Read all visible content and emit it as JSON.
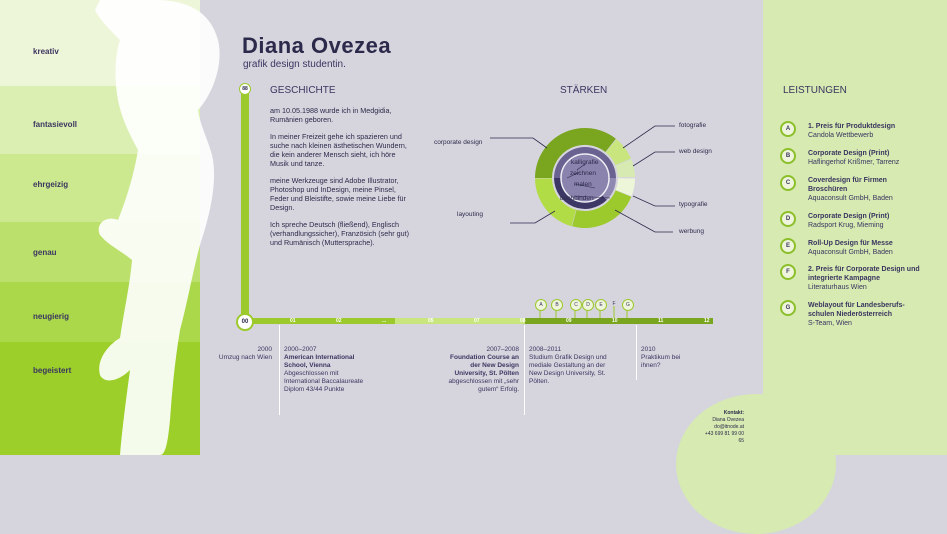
{
  "bands": [
    "kreativ",
    "fantasievoll",
    "ehrgeizig",
    "genau",
    "neugierig",
    "begeistert"
  ],
  "header": {
    "name": "Diana Ovezea",
    "subtitle": "grafik design studentin."
  },
  "history": {
    "title": "GESCHICHTE",
    "marker": "88",
    "paragraphs": [
      "am 10.05.1988 wurde ich in Medgidia, Rumänien geboren.",
      "In meiner Freizeit gehe ich spazieren und suche nach kleinen ästhetischen Wundern, die kein anderer Mensch sieht, ich höre Musik und tanze.",
      "meine Werkzeuge sind Adobe Illustrator, Photoshop und InDesign, meine Pinsel, Feder und Bleistifte, sowie meine Liebe für Design.",
      "Ich spreche Deutsch (fließend), Englisch (verhandlungssicher), Französich (sehr gut) und Rumänisch (Muttersprache)."
    ]
  },
  "strengths": {
    "title": "STÄRKEN",
    "outer_labels": [
      "corporate design",
      "layouting",
      "fotografie",
      "web design",
      "typografie",
      "werbung"
    ],
    "inner_labels": [
      "kalligrafie",
      "zeichnen",
      "malen",
      "buchbinden"
    ]
  },
  "timeline": {
    "start": "00",
    "ticks": [
      "01",
      "02",
      "...",
      "05",
      "07",
      "08",
      "09",
      "10",
      "11",
      "12"
    ],
    "markers": [
      "A",
      "B",
      "C",
      "D",
      "E",
      "F",
      "G"
    ],
    "colors": {
      "light": "#c8e57e",
      "green": "#9cc92c",
      "dark": "#7aa51e"
    }
  },
  "events": [
    {
      "year": "2000",
      "title": "Umzug nach Wien",
      "detail": ""
    },
    {
      "year": "2000–2007",
      "title": "American International School, Vienna",
      "detail": "Abgeschlossen mit International Baccalaureate Diplom 43/44 Punkte"
    },
    {
      "year": "2007–2008",
      "title": "Foundation Course an der New Design University, St. Pölten",
      "detail": "abgeschlossen mit „sehr gutem“ Erfolg."
    },
    {
      "year": "2008–2011",
      "title": "Studium Grafik Design und mediale Gestaltung an der New Design University, St. Pölten.",
      "detail": ""
    },
    {
      "year": "2010",
      "title": "Praktikum bei ihnen?",
      "detail": ""
    }
  ],
  "contact": {
    "label": "Kontakt:",
    "name": "Diana Ovezea",
    "email": "do@itnode.at",
    "phone": "+43 699 81 99 00 65"
  },
  "achievements": {
    "title": "LEISTUNGEN",
    "items": [
      {
        "letter": "A",
        "title": "1. Preis für Produktdesign",
        "sub": "Candola Wettbewerb"
      },
      {
        "letter": "B",
        "title": "Corporate Design (Print)",
        "sub": "Haflingerhof Krißmer, Tarrenz"
      },
      {
        "letter": "C",
        "title": "Coverdesign für Firmen Broschüren",
        "sub": "Aquaconsult GmbH, Baden"
      },
      {
        "letter": "D",
        "title": "Corporate Design (Print)",
        "sub": "Radsport Krug, Mieming"
      },
      {
        "letter": "E",
        "title": "Roll-Up Design für Messe",
        "sub": "Aquaconsult GmbH, Baden"
      },
      {
        "letter": "F",
        "title": "2. Preis für Corporate Design und integrierte Kampagne",
        "sub": "Literaturhaus Wien"
      },
      {
        "letter": "G",
        "title": "Weblayout für Landesberufs-schulen Niederösterreich",
        "sub": "S-Team, Wien"
      }
    ]
  }
}
